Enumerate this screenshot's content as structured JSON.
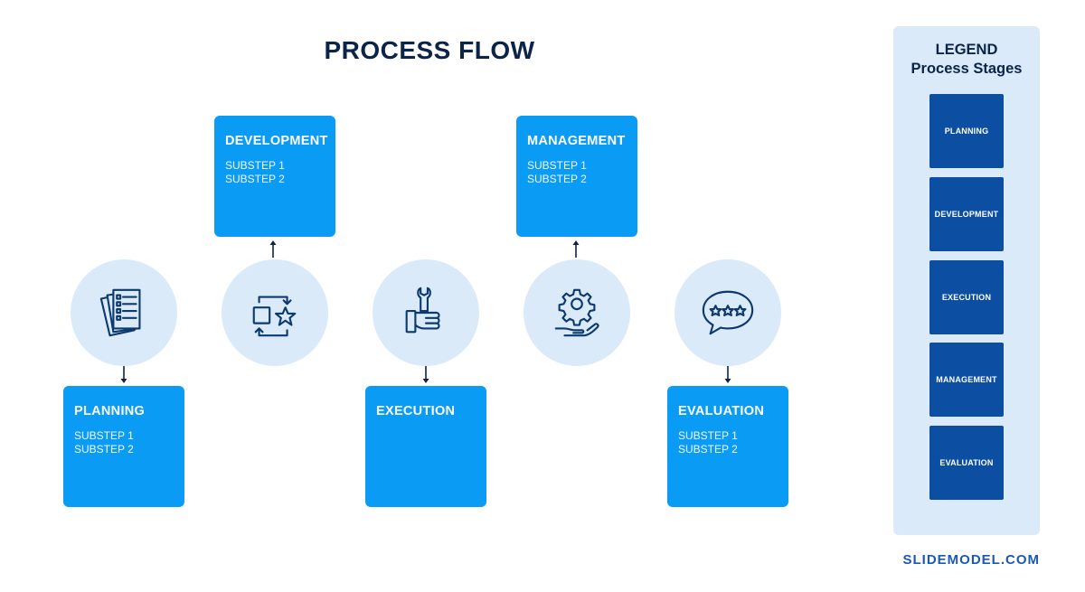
{
  "title": "PROCESS FLOW",
  "colors": {
    "box": "#0a9bf5",
    "circle": "#dbeaf9",
    "icon": "#0d3a6e",
    "legend_bg": "#dbeaf9",
    "legend_swatch": "#0b4ea2",
    "title": "#0b2447"
  },
  "stages": [
    {
      "title": "PLANNING",
      "substeps": [
        "SUBSTEP 1",
        "SUBSTEP 2"
      ],
      "icon": "documents-checklist-icon"
    },
    {
      "title": "DEVELOPMENT",
      "substeps": [
        "SUBSTEP 1",
        "SUBSTEP 2"
      ],
      "icon": "cycle-star-icon"
    },
    {
      "title": "EXECUTION",
      "substeps": [],
      "icon": "hand-wrench-icon"
    },
    {
      "title": "MANAGEMENT",
      "substeps": [
        "SUBSTEP 1",
        "SUBSTEP 2"
      ],
      "icon": "hand-gear-icon"
    },
    {
      "title": "EVALUATION",
      "substeps": [
        "SUBSTEP 1",
        "SUBSTEP 2"
      ],
      "icon": "speech-bubble-stars-icon"
    }
  ],
  "legend": {
    "heading": "LEGEND",
    "subheading": "Process Stages",
    "items": [
      "PLANNING",
      "DEVELOPMENT",
      "EXECUTION",
      "MANAGEMENT",
      "EVALUATION"
    ]
  },
  "footer": "SLIDEMODEL.COM"
}
